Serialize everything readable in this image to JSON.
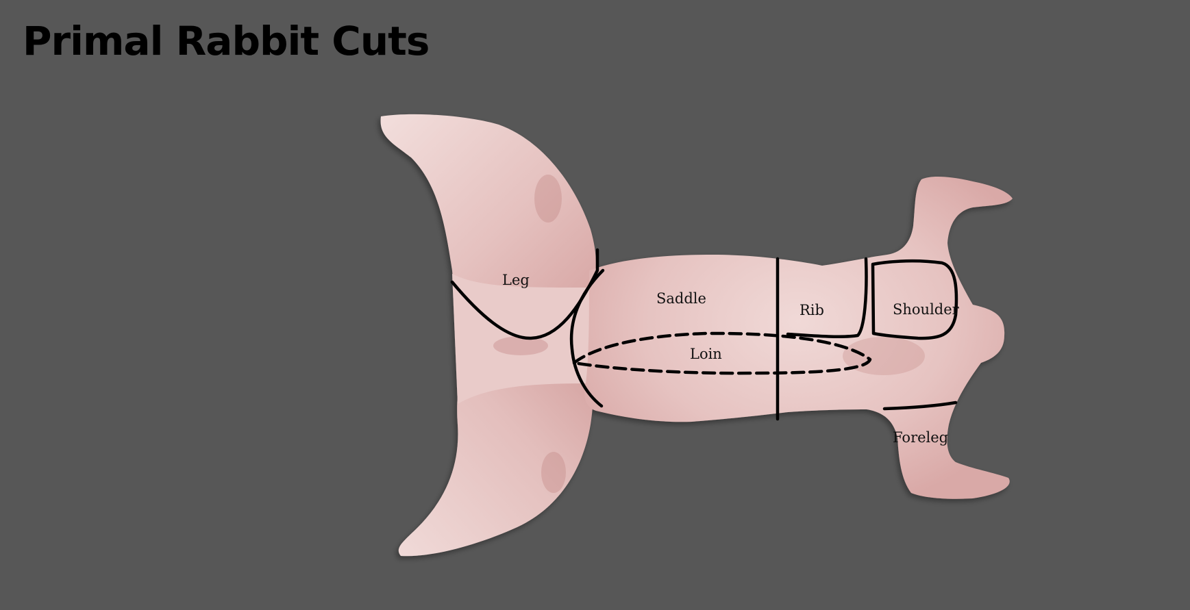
{
  "title": "Primal Rabbit Cuts",
  "cuts": {
    "leg": "Leg",
    "saddle": "Saddle",
    "loin": "Loin",
    "rib": "Rib",
    "shoulder": "Shoulder",
    "foreleg": "Foreleg"
  },
  "colors": {
    "background": "#575757",
    "meat": "#e8c8c6",
    "cut_lines": "#000000"
  }
}
